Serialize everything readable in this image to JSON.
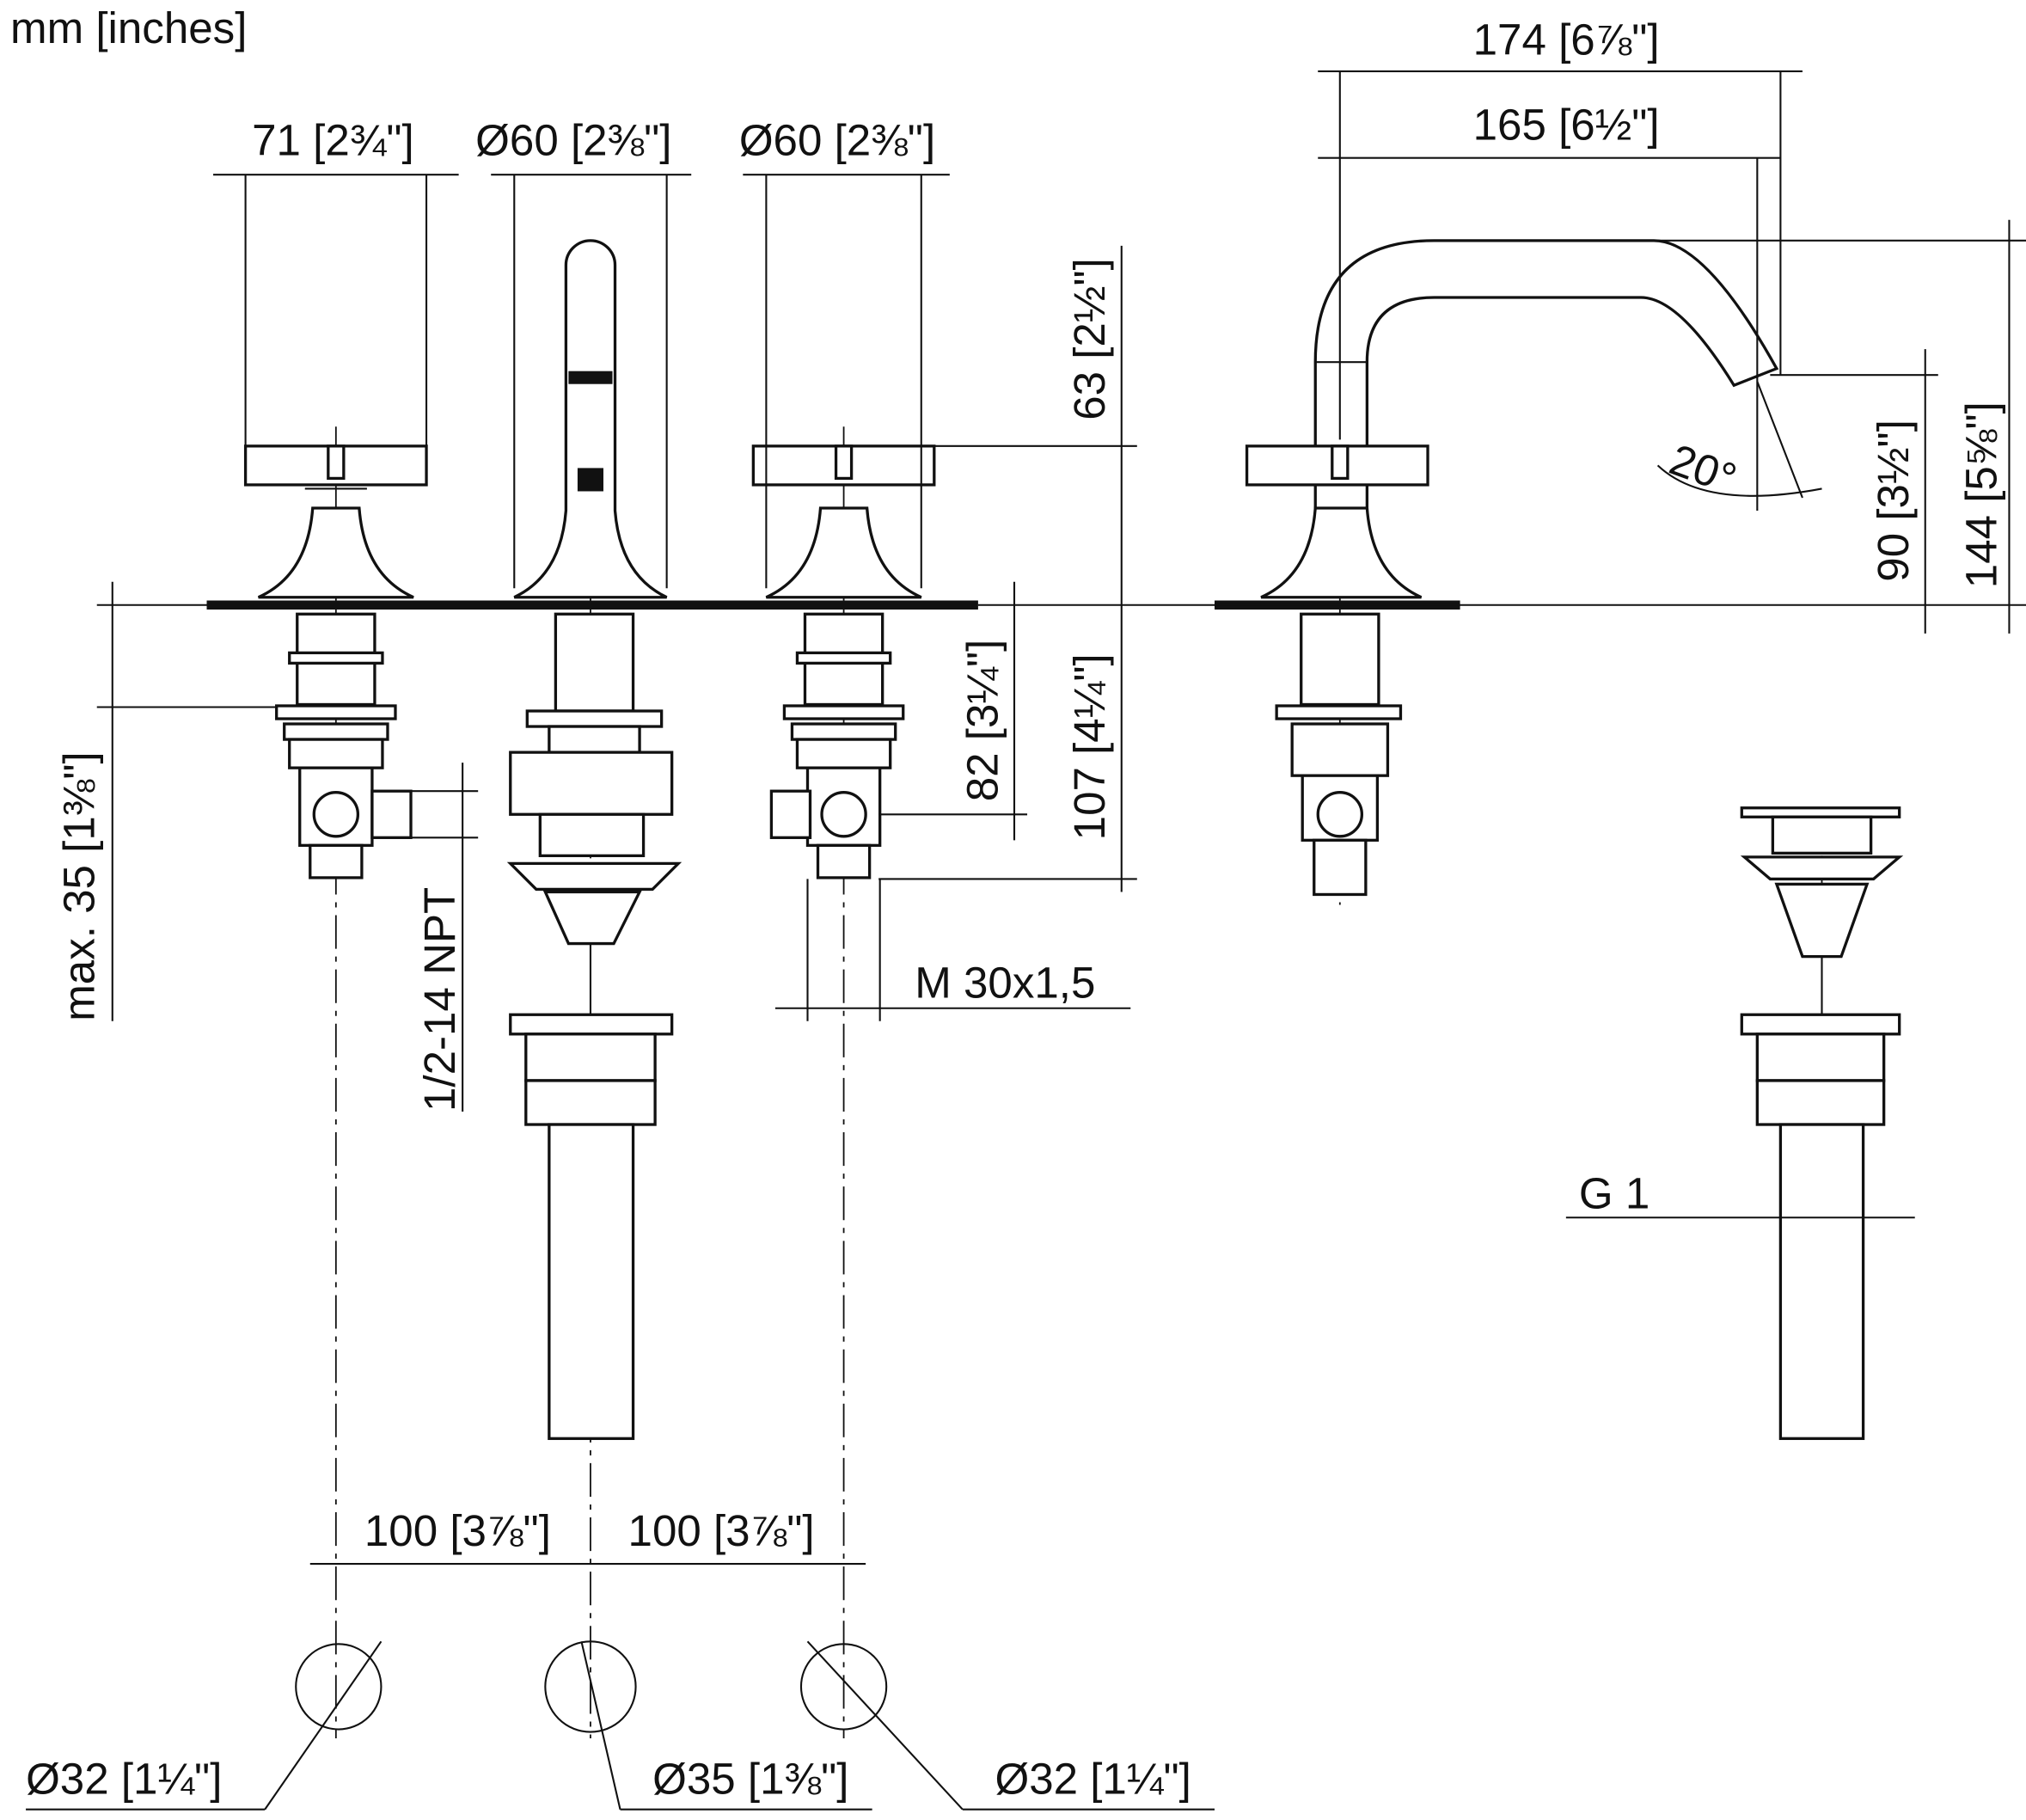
{
  "units_label": "mm [inches]",
  "dimensions": {
    "handle_width": "71 [2¾\"]",
    "spout_base_dia": "Ø60 [2⅜\"]",
    "handle_base_dia": "Ø60 [2⅜\"]",
    "spout_reach_total": "174 [6⅞\"]",
    "spout_reach": "165 [6½\"]",
    "handle_height": "63 [2½\"]",
    "inlet_depth": "82 [3¼\"]",
    "valve_depth": "107 [4¼\"]",
    "max_deck_thickness": "max. 35 [1⅜\"]",
    "inlet_thread": "1/2-14 NPT",
    "valve_thread": "M 30x1,5",
    "spout_angle": "20°",
    "spout_outlet_height": "90 [3½\"]",
    "spout_height": "144 [5⅝\"]",
    "drain_thread": "G 1",
    "spacing_left": "100 [3⅞\"]",
    "spacing_right": "100 [3⅞\"]",
    "hole_left": "Ø32 [1¼\"]",
    "hole_center": "Ø35 [1⅜\"]",
    "hole_right": "Ø32 [1¼\"]"
  }
}
